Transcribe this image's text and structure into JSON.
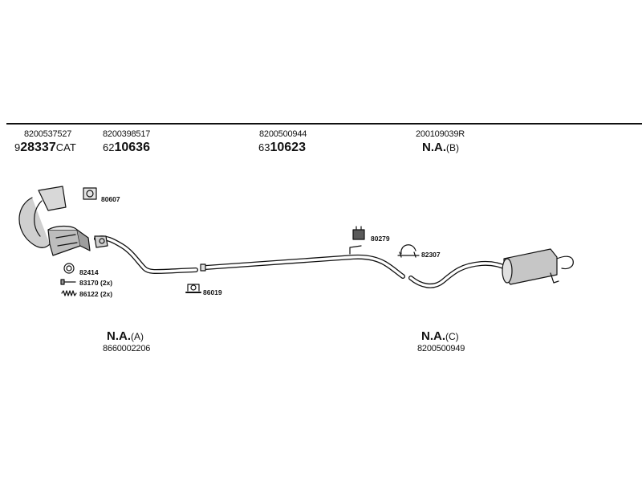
{
  "header": {
    "col1": {
      "oem": "8200537527",
      "prefix": "9",
      "num": "28337",
      "suffix": "CAT"
    },
    "col2": {
      "oem": "8200398517",
      "prefix": "62",
      "num": "10636"
    },
    "col3": {
      "oem": "8200500944",
      "prefix": "63",
      "num": "10623"
    },
    "col4": {
      "oem": "200109039R",
      "na": "N.A.",
      "suffix": "(B)"
    }
  },
  "bottom": {
    "a": {
      "na": "N.A.",
      "suffix": "(A)",
      "oem": "8660002206"
    },
    "c": {
      "na": "N.A.",
      "suffix": "(C)",
      "oem": "8200500949"
    }
  },
  "callouts": {
    "gasket": "80607",
    "ring": "82414",
    "bolt": "83170 (2x)",
    "spring": "86122 (2x)",
    "clamp_front": "86019",
    "hanger": "80279",
    "clamp_rear": "82307"
  }
}
